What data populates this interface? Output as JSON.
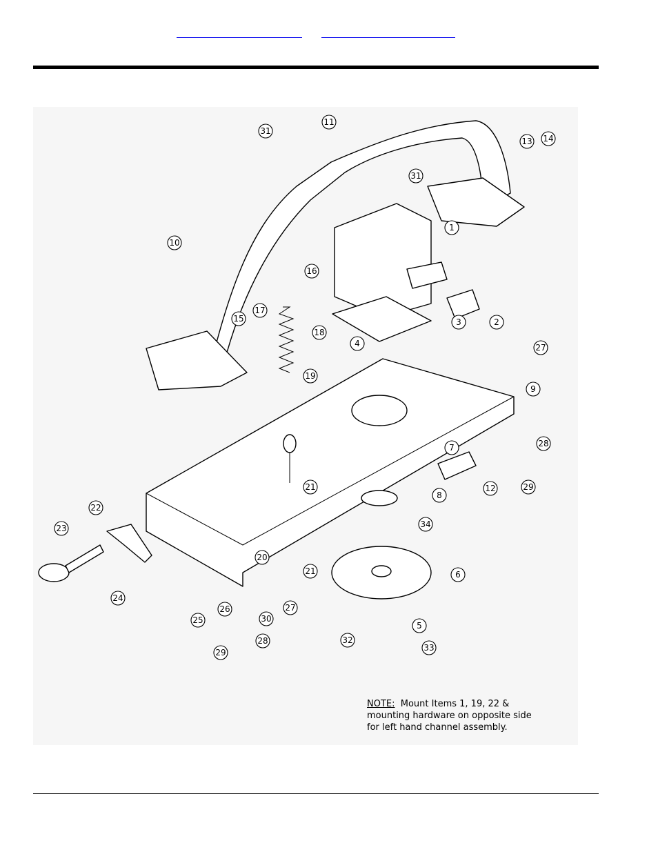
{
  "header": {
    "links": [
      {
        "text": ""
      },
      {
        "text": ""
      }
    ]
  },
  "diagram": {
    "callouts": [
      {
        "label": "1"
      },
      {
        "label": "2"
      },
      {
        "label": "3"
      },
      {
        "label": "4"
      },
      {
        "label": "5"
      },
      {
        "label": "6"
      },
      {
        "label": "7"
      },
      {
        "label": "8"
      },
      {
        "label": "9"
      },
      {
        "label": "10"
      },
      {
        "label": "11"
      },
      {
        "label": "12"
      },
      {
        "label": "13"
      },
      {
        "label": "14"
      },
      {
        "label": "15"
      },
      {
        "label": "16"
      },
      {
        "label": "17"
      },
      {
        "label": "18"
      },
      {
        "label": "19"
      },
      {
        "label": "20"
      },
      {
        "label": "21"
      },
      {
        "label": "21"
      },
      {
        "label": "22"
      },
      {
        "label": "23"
      },
      {
        "label": "24"
      },
      {
        "label": "25"
      },
      {
        "label": "26"
      },
      {
        "label": "27"
      },
      {
        "label": "27"
      },
      {
        "label": "28"
      },
      {
        "label": "28"
      },
      {
        "label": "29"
      },
      {
        "label": "29"
      },
      {
        "label": "30"
      },
      {
        "label": "31"
      },
      {
        "label": "31"
      },
      {
        "label": "32"
      },
      {
        "label": "33"
      },
      {
        "label": "34"
      }
    ]
  },
  "note": {
    "label": "NOTE:",
    "line1": "Mount Items 1, 19, 22 &",
    "line2": "mounting hardware on opposite side",
    "line3": "for left hand channel assembly."
  },
  "colors": {
    "link": "#0000ee",
    "rule": "#000000",
    "figure_bg": "#f6f6f6"
  }
}
